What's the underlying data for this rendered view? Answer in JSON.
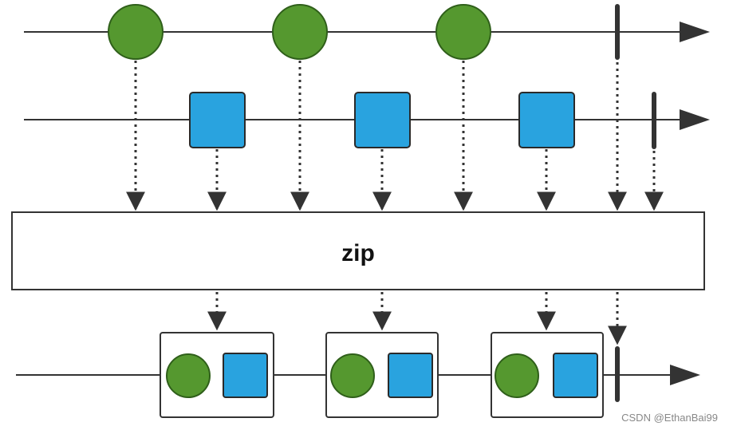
{
  "operator": {
    "label": "zip"
  },
  "watermark": "CSDN @EthanBai99",
  "colors": {
    "line": "#333333",
    "circle_fill": "#55982f",
    "circle_stroke": "#2f5f1a",
    "square_fill": "#29a3df",
    "square_stroke": "#2a2a2a",
    "box_stroke": "#333333",
    "watermark": "#888888"
  },
  "streams": {
    "input_a": {
      "shape": "circle",
      "emissions": 3,
      "completes": true
    },
    "input_b": {
      "shape": "square",
      "emissions": 3,
      "completes": true
    },
    "output": {
      "shape": "circle+square pair",
      "emissions": 3,
      "completes": true
    }
  }
}
